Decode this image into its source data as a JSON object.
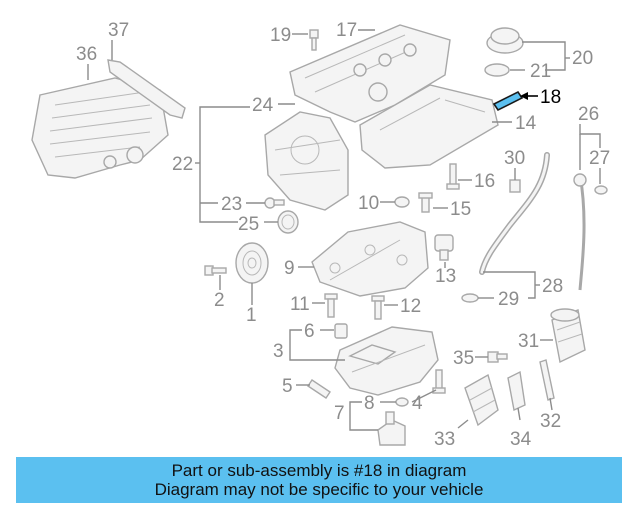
{
  "diagram": {
    "labels": {
      "l1": "1",
      "l2": "2",
      "l3": "3",
      "l4": "4",
      "l5": "5",
      "l6": "6",
      "l7": "7",
      "l8": "8",
      "l9": "9",
      "l10": "10",
      "l11": "11",
      "l12": "12",
      "l13": "13",
      "l14": "14",
      "l15": "15",
      "l16": "16",
      "l17": "17",
      "l18": "18",
      "l19": "19",
      "l20": "20",
      "l21": "21",
      "l22": "22",
      "l23": "23",
      "l24": "24",
      "l25": "25",
      "l26": "26",
      "l27": "27",
      "l28": "28",
      "l29": "29",
      "l30": "30",
      "l31": "31",
      "l32": "32",
      "l33": "33",
      "l34": "34",
      "l35": "35",
      "l36": "36",
      "l37": "37"
    },
    "highlight_part": "18"
  },
  "caption": {
    "line1": "Part or sub-assembly is #18 in diagram",
    "line2": "Diagram may not be specific to your vehicle"
  },
  "colors": {
    "caption_bg": "#5bc0f0",
    "label_gray": "#8c8c8c",
    "highlight": "#000000"
  }
}
